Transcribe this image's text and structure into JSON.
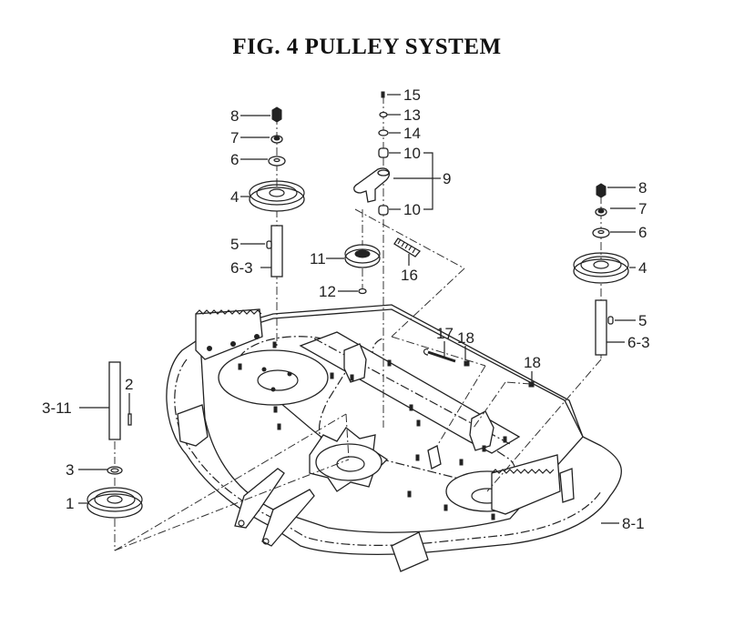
{
  "title": "FIG.  4  PULLEY SYSTEM",
  "callouts": [
    {
      "id": "c8-left",
      "label": "8",
      "part": "nut"
    },
    {
      "id": "c7-left",
      "label": "7",
      "part": "lock-washer"
    },
    {
      "id": "c6-left",
      "label": "6",
      "part": "flat-washer"
    },
    {
      "id": "c4-left",
      "label": "4",
      "part": "pulley"
    },
    {
      "id": "c5-left",
      "label": "5",
      "part": "key"
    },
    {
      "id": "c6-3-left",
      "label": "6-3",
      "part": "spindle-shaft"
    },
    {
      "id": "c15",
      "label": "15",
      "part": "cotter-pin"
    },
    {
      "id": "c13",
      "label": "13",
      "part": "washer"
    },
    {
      "id": "c14",
      "label": "14",
      "part": "washer"
    },
    {
      "id": "c10-top",
      "label": "10",
      "part": "bushing"
    },
    {
      "id": "c9",
      "label": "9",
      "part": "idler-arm-assembly"
    },
    {
      "id": "c10-bottom",
      "label": "10",
      "part": "bushing"
    },
    {
      "id": "c11",
      "label": "11",
      "part": "idler-pulley"
    },
    {
      "id": "c16",
      "label": "16",
      "part": "spring"
    },
    {
      "id": "c12",
      "label": "12",
      "part": "nut"
    },
    {
      "id": "c17",
      "label": "17",
      "part": "spring"
    },
    {
      "id": "c18-a",
      "label": "18",
      "part": "bolt"
    },
    {
      "id": "c18-b",
      "label": "18",
      "part": "bolt"
    },
    {
      "id": "c8-right",
      "label": "8",
      "part": "nut"
    },
    {
      "id": "c7-right",
      "label": "7",
      "part": "lock-washer"
    },
    {
      "id": "c6-right",
      "label": "6",
      "part": "flat-washer"
    },
    {
      "id": "c4-right",
      "label": "4",
      "part": "pulley"
    },
    {
      "id": "c5-right",
      "label": "5",
      "part": "key"
    },
    {
      "id": "c6-3-right",
      "label": "6-3",
      "part": "spindle-shaft"
    },
    {
      "id": "c2",
      "label": "2",
      "part": "key"
    },
    {
      "id": "c3-11",
      "label": "3-11",
      "part": "center-spindle-shaft"
    },
    {
      "id": "c3",
      "label": "3",
      "part": "washer"
    },
    {
      "id": "c1",
      "label": "1",
      "part": "center-pulley"
    },
    {
      "id": "c8-1",
      "label": "8-1",
      "part": "mower-deck"
    }
  ]
}
